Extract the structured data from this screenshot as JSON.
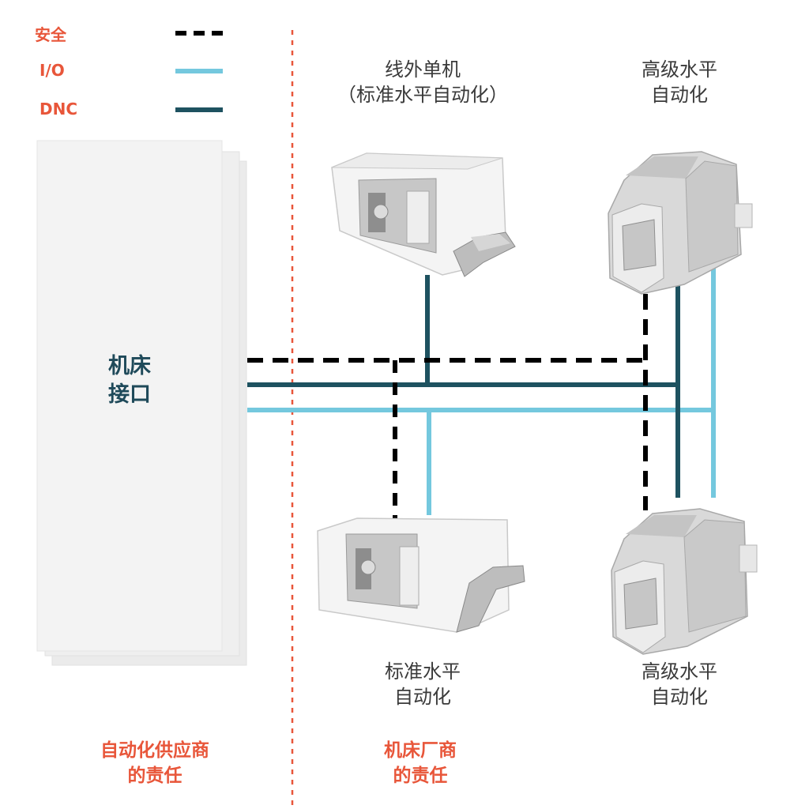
{
  "legend": [
    {
      "label": "安全",
      "style": "dashed",
      "color": "#000000"
    },
    {
      "label": "I/O",
      "style": "solid",
      "color": "#74c8de"
    },
    {
      "label": "DNC",
      "style": "solid",
      "color": "#1e5260"
    }
  ],
  "colors": {
    "label_red": "#e8563a",
    "safety": "#000000",
    "io": "#74c8de",
    "dnc": "#1e5260",
    "divider": "#e8563a",
    "panel": "#f3f3f3"
  },
  "interface_panel": {
    "line1": "机床",
    "line2": "接口"
  },
  "machines": {
    "top_left": {
      "line1": "线外单机",
      "line2": "（标准水平自动化）"
    },
    "top_right": {
      "line1": "高级水平",
      "line2": "自动化"
    },
    "bottom_left": {
      "line1": "标准水平",
      "line2": "自动化"
    },
    "bottom_right": {
      "line1": "高级水平",
      "line2": "自动化"
    }
  },
  "responsibility": {
    "automation_supplier": {
      "line1": "自动化供应商",
      "line2": "的责任"
    },
    "machine_builder": {
      "line1": "机床厂商",
      "line2": "的责任"
    }
  }
}
